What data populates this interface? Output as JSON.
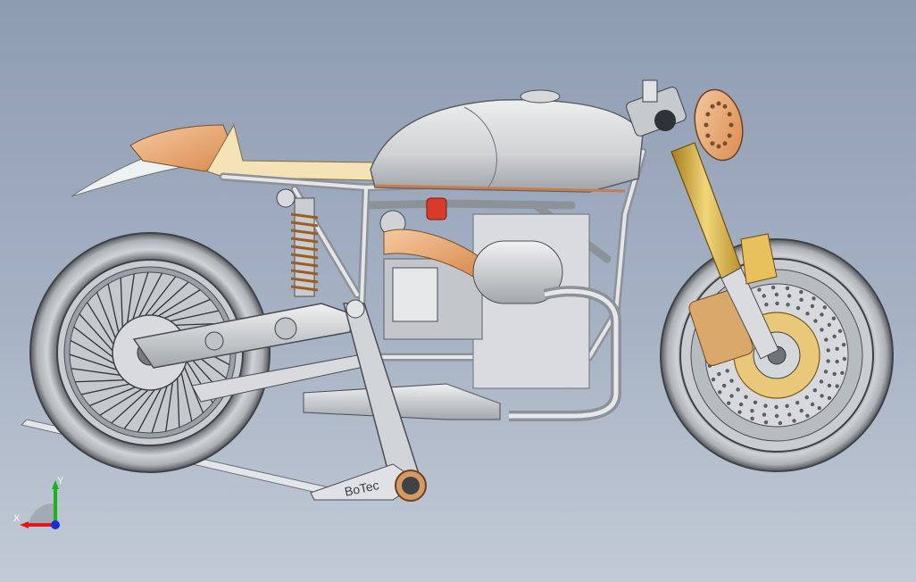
{
  "viewport": {
    "background_top": "#8e9cb2",
    "background_bottom": "#c2cad6"
  },
  "model": {
    "stand_logo_text": "BoTec",
    "colors": {
      "metal": "#d4d6d8",
      "metal_dark": "#8f959c",
      "tire": "#b9bcc0",
      "tire_dark": "#5d6166",
      "fork_gold": "#d9b54a",
      "seat_tan": "#f2deb4",
      "tail_copper": "#e6a977",
      "spring_orange": "#e0a25a",
      "red_part": "#d83a2c",
      "headlight_copper": "#c98a54"
    }
  },
  "triad": {
    "x_label": "X",
    "y_label": "Y",
    "x_color": "#e01818",
    "y_color": "#18b418",
    "z_color": "#1c2ad8"
  }
}
